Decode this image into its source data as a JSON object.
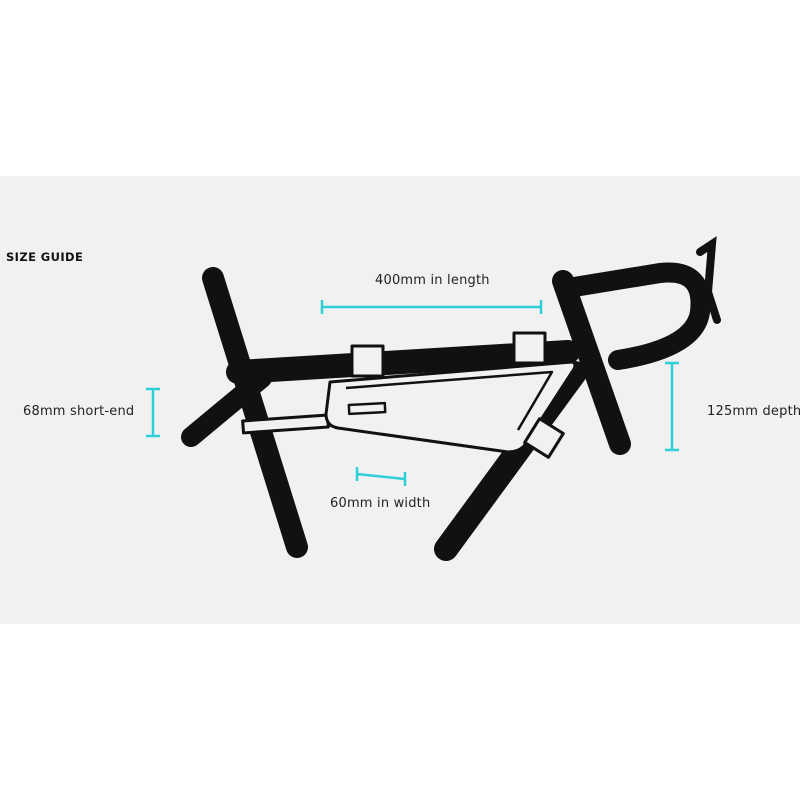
{
  "guide": {
    "title": "SIZE GUIDE"
  },
  "dimensions": {
    "length": "400mm in length",
    "short_end": "68mm short-end",
    "width": "60mm in width",
    "depth": "125mm depth"
  },
  "colors": {
    "panel_background": "#f1f1f1",
    "frame": "#111111",
    "bag_fill": "#f1f1f1",
    "measure_line": "#2ed0d8"
  }
}
